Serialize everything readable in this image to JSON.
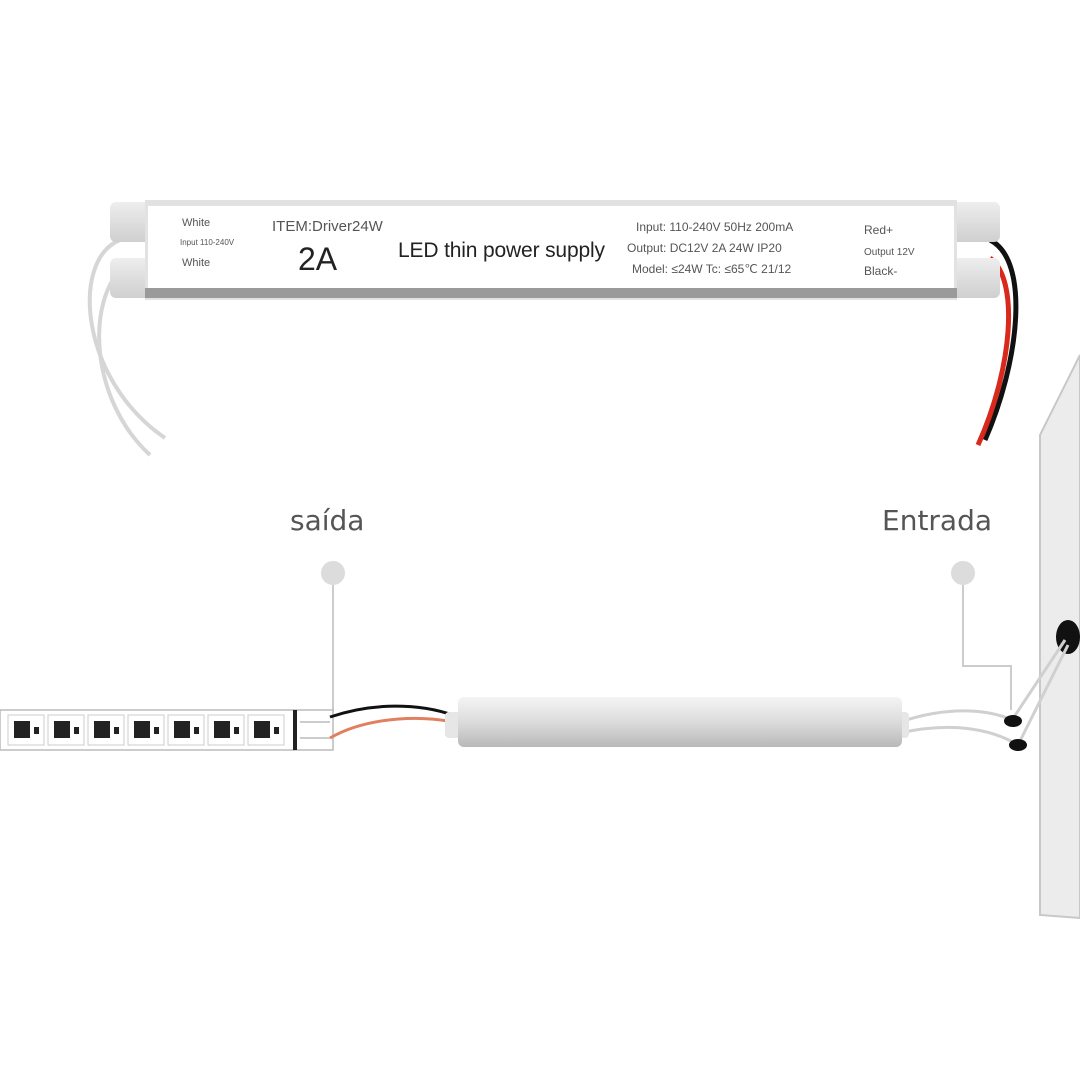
{
  "driver_label": {
    "left_top": "White",
    "left_mid": "Input 110-240V",
    "left_bottom": "White",
    "item": "ITEM:Driver24W",
    "current": "2A",
    "product": "LED  thin power supply",
    "input_line": "Input:  110-240V   50Hz    200mA",
    "output_line": "Output:  DC12V   2A   24W   IP20",
    "model_line": "Model:  ≤24W     Tc:  ≤65℃   21/12",
    "right_top": "Red+",
    "right_mid": "Output 12V",
    "right_bottom": "Black-"
  },
  "callouts": {
    "output_label": "saída",
    "input_label": "Entrada"
  },
  "colors": {
    "wire_red": "#d8291c",
    "wire_black": "#111111",
    "callout_gray": "#dcdcdc",
    "text_gray": "#555555"
  }
}
